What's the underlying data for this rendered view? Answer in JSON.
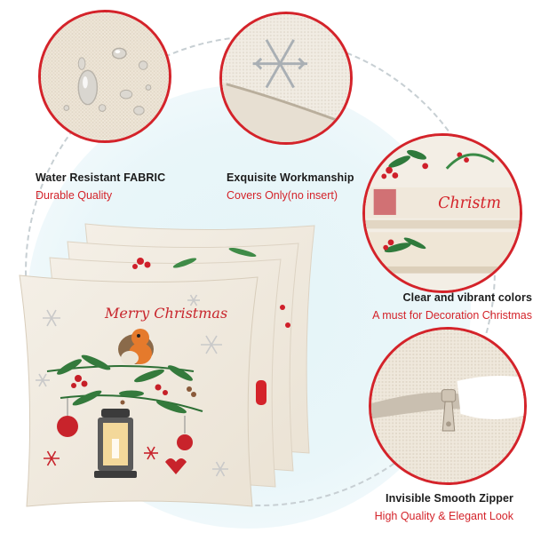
{
  "features": {
    "water": {
      "title": "Water Resistant FABRIC",
      "subtitle": "Durable Quality",
      "icon": "water-droplets-fabric"
    },
    "workmanship": {
      "title": "Exquisite Workmanship",
      "subtitle": "Covers Only(no insert)",
      "icon": "snowflake-stitch-seam"
    },
    "colors": {
      "title": "Clear and vibrant colors",
      "subtitle": "A must for Decoration Christmas",
      "icon": "folded-printed-covers"
    },
    "zipper": {
      "title": "Invisible Smooth Zipper",
      "subtitle": "High Quality & Elegant Look",
      "icon": "hidden-zipper-pull"
    }
  },
  "product": {
    "pillow_title": "Merry Christmas",
    "detail_fragment": "Christm",
    "count": 4
  },
  "colors": {
    "accent_red": "#d4232a",
    "linen": "#f1ebe0",
    "ring_bg": "#e6f5f8"
  }
}
